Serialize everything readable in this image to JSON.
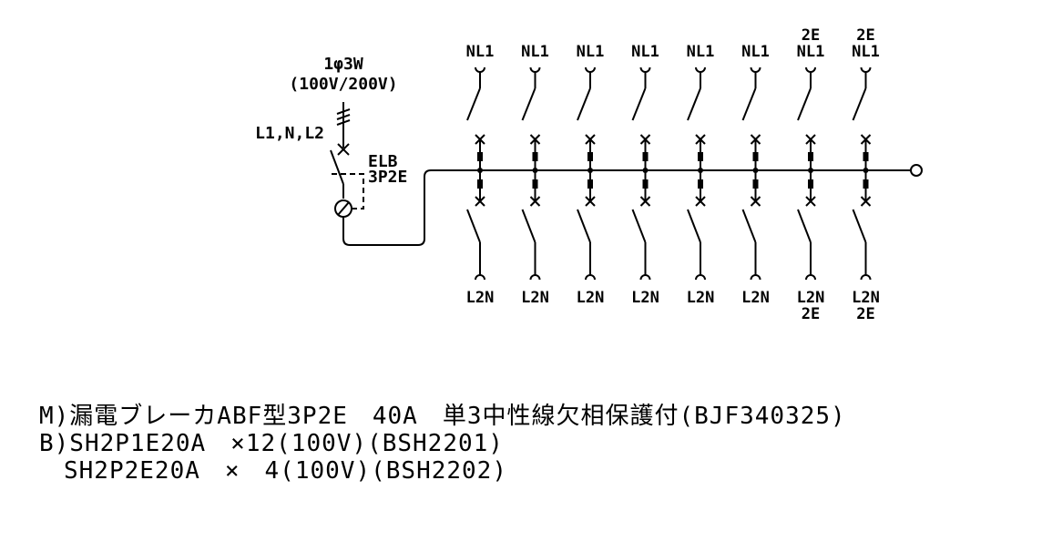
{
  "supply": {
    "phase": "1φ3W",
    "voltage": "(100V/200V)",
    "lines": "L1,N,L2",
    "breaker_type": "ELB",
    "breaker_poles": "3P2E"
  },
  "branches": [
    {
      "top": "NL1",
      "bottom": "L2N"
    },
    {
      "top": "NL1",
      "bottom": "L2N"
    },
    {
      "top": "NL1",
      "bottom": "L2N"
    },
    {
      "top": "NL1",
      "bottom": "L2N"
    },
    {
      "top": "NL1",
      "bottom": "L2N"
    },
    {
      "top": "NL1",
      "bottom": "L2N"
    },
    {
      "top_tag": "2E",
      "top": "NL1",
      "bottom": "L2N",
      "bottom_tag": "2E"
    },
    {
      "top_tag": "2E",
      "top": "NL1",
      "bottom": "L2N",
      "bottom_tag": "2E"
    }
  ],
  "specs": {
    "line1": "M)漏電ブレーカABF型3P2E　40A　単3中性線欠相保護付(BJF340325)",
    "line2": "B)SH2P1E20A　×12(100V)(BSH2201)",
    "line3": "　SH2P2E20A　×　4(100V)(BSH2202)"
  }
}
